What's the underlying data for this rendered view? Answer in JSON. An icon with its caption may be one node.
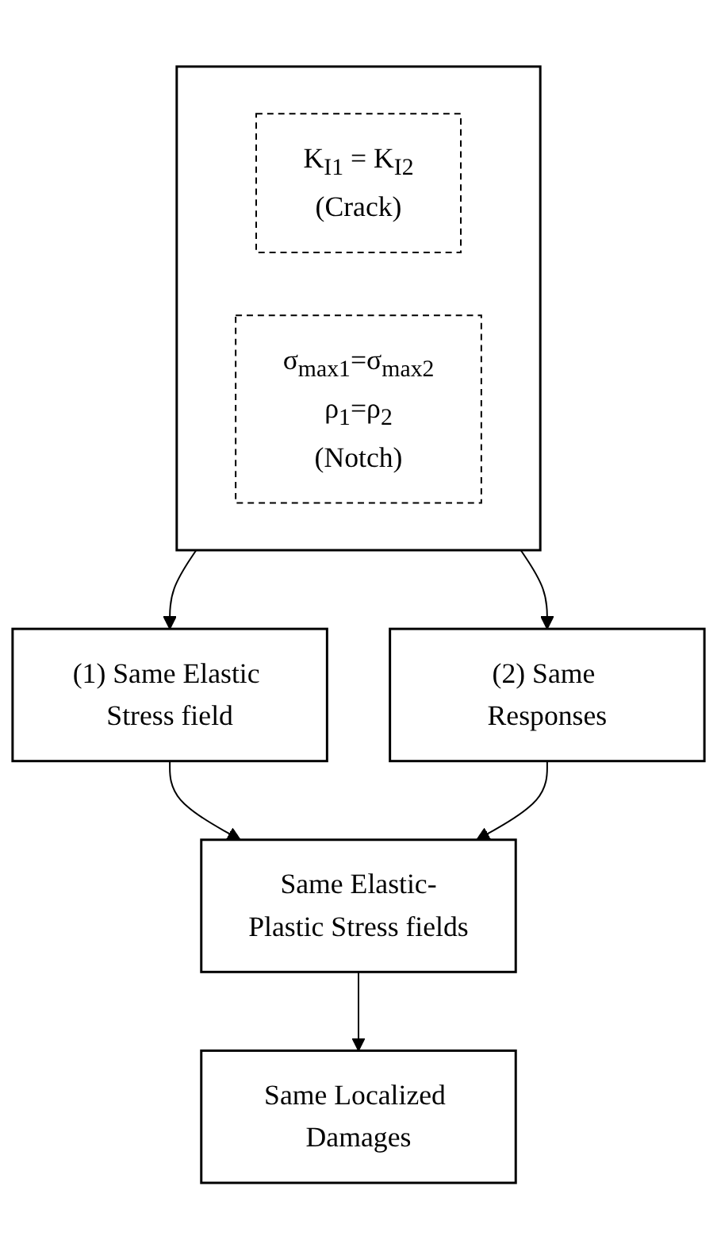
{
  "diagram": {
    "nodes": [
      {
        "text": [],
        "shape": "box"
      },
      {
        "text": [
          "K$_{I1}$ = K$_{I2}$",
          "(Crack)"
        ],
        "in": 0
      },
      {
        "text": [
          "σ$_{max1}$=σ$_{max2}$",
          "ρ$_{1}$=ρ$_{2}$",
          "(Notch)"
        ],
        "in": 0
      },
      {
        "text": [
          "(1) Same Elastic Stress field"
        ]
      },
      {
        "text": [
          "(2) Same Responses"
        ]
      },
      {
        "text": [
          "Same Elastic-Plastic Stress fields"
        ]
      },
      {
        "text": [
          "Same Localized Damages"
        ]
      }
    ],
    "edges": [
      {
        "from": 0,
        "to": 3,
        "arrow": "to"
      },
      {
        "from": 0,
        "to": 4,
        "arrow": "to"
      },
      {
        "from": 3,
        "to": 5,
        "arrow": "to"
      },
      {
        "from": 4,
        "to": 5,
        "arrow": "to"
      },
      {
        "from": 5,
        "to": 6,
        "arrow": "to"
      }
    ]
  }
}
